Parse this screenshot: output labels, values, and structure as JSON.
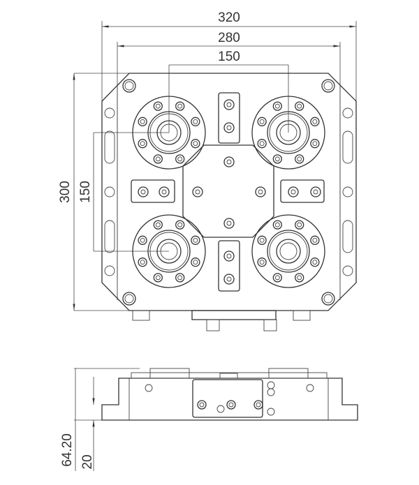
{
  "dimensions": {
    "overall_width": "320",
    "mounting_width": "280",
    "chuck_pitch_x": "150",
    "overall_height": "300",
    "chuck_pitch_y": "150",
    "total_height": "64.20",
    "base_height": "20"
  },
  "colors": {
    "line": "#333333",
    "background": "#ffffff"
  }
}
